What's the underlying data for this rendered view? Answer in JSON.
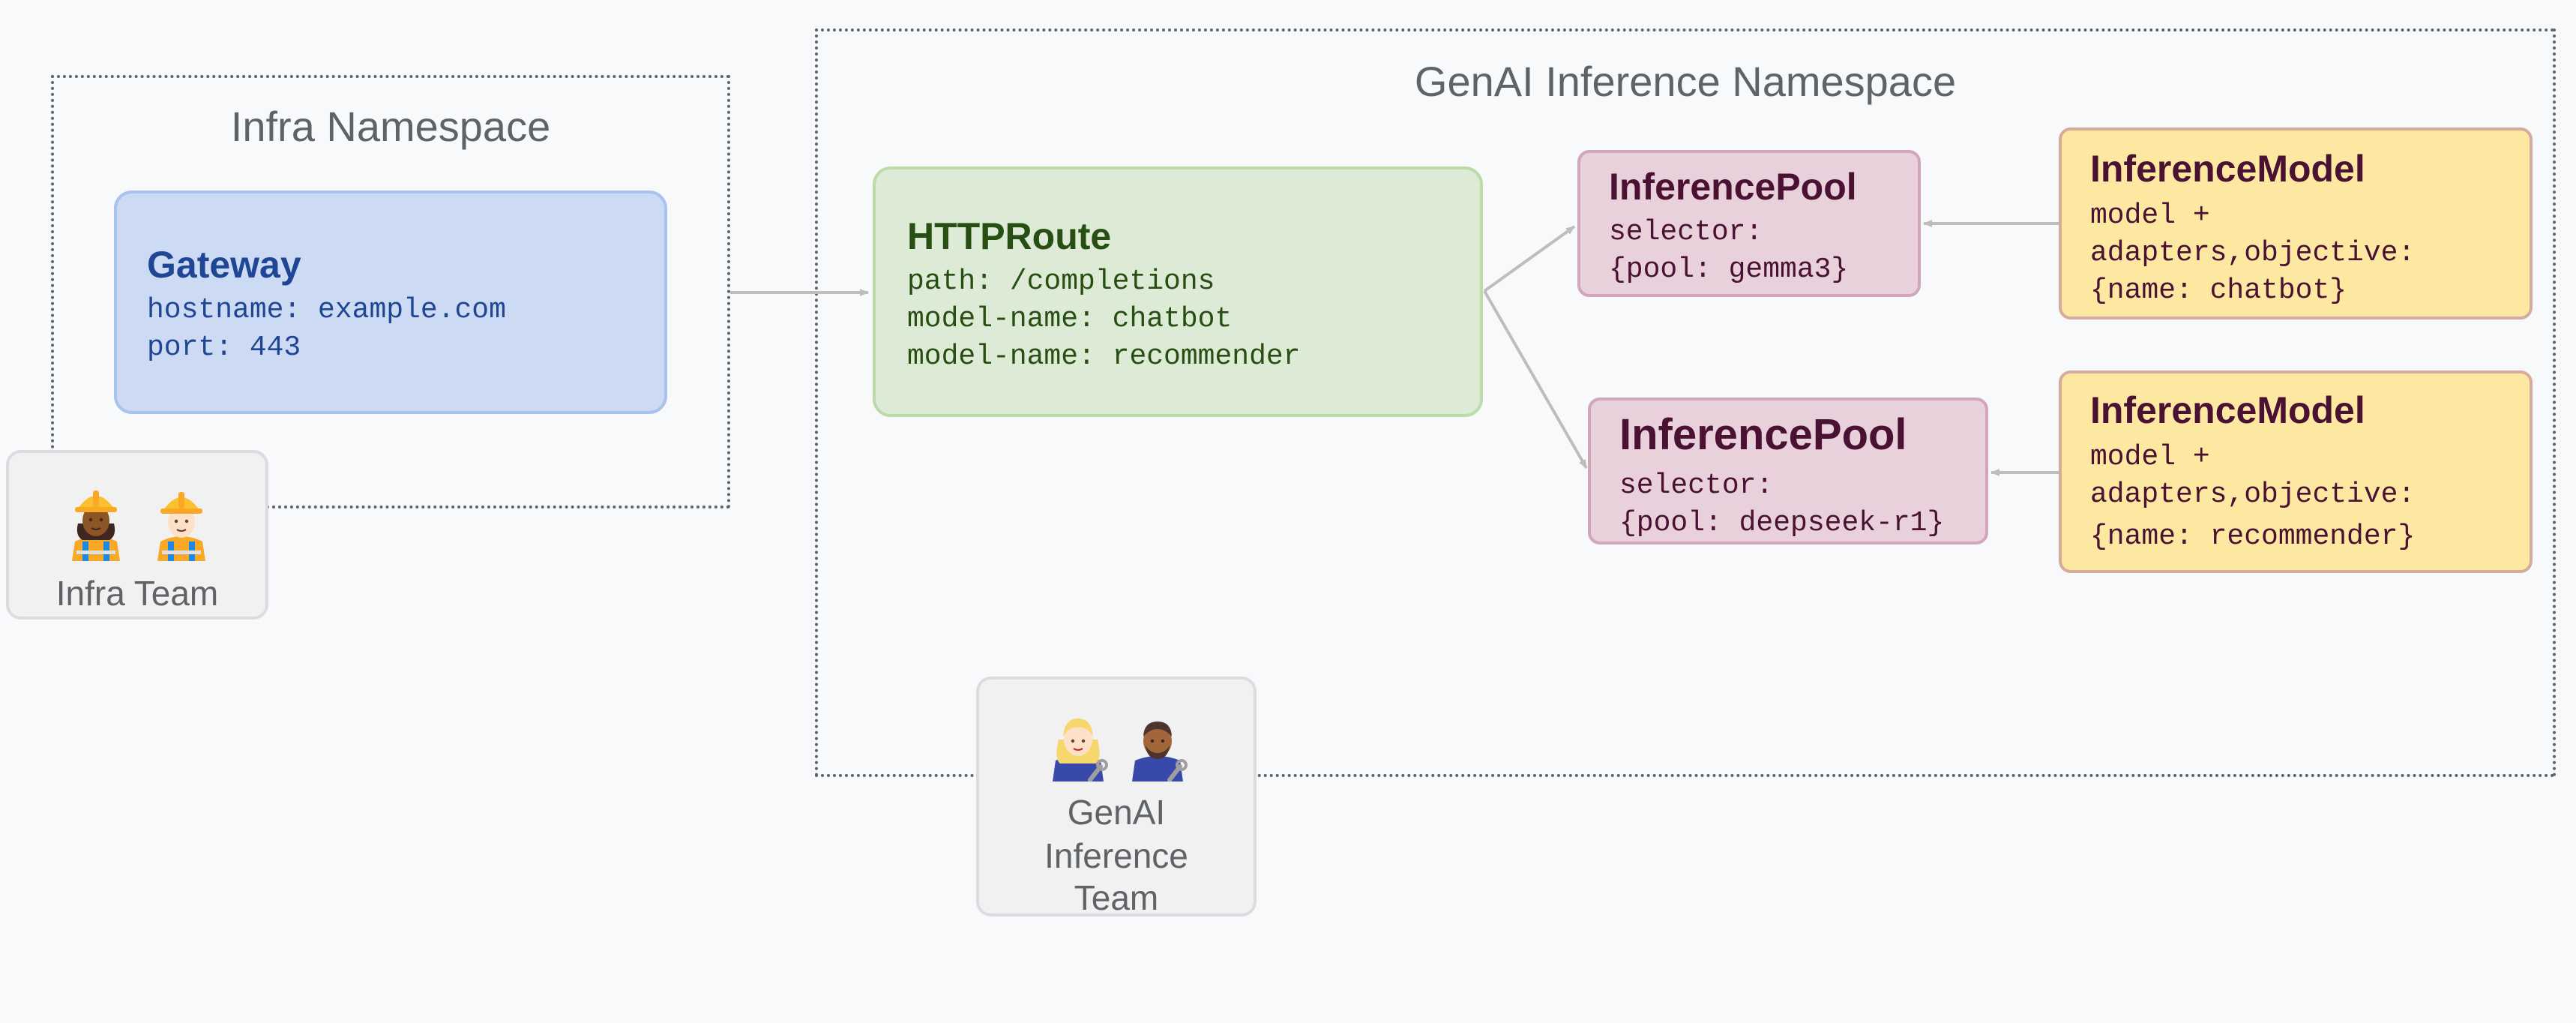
{
  "namespaces": {
    "infra": {
      "title": "Infra Namespace"
    },
    "genai": {
      "title": "GenAI Inference Namespace"
    }
  },
  "gateway": {
    "title": "Gateway",
    "lines": [
      "hostname: example.com",
      "port: 443"
    ]
  },
  "httproute": {
    "title": "HTTPRoute",
    "lines": [
      "path: /completions",
      "model-name: chatbot",
      "model-name: recommender"
    ]
  },
  "pools": [
    {
      "title": "InferencePool",
      "lines": [
        "selector:",
        "{pool: gemma3}"
      ]
    },
    {
      "title": "InferencePool",
      "lines": [
        "selector:",
        "{pool: deepseek-r1}"
      ]
    }
  ],
  "models": [
    {
      "title": "InferenceModel",
      "lines": [
        "model +",
        "adapters,objective:",
        "{name: chatbot}"
      ]
    },
    {
      "title": "InferenceModel",
      "lines": [
        "model +",
        "adapters,objective:",
        "{name: recommender}"
      ]
    }
  ],
  "teams": {
    "infra": {
      "label": "Infra Team"
    },
    "genai": {
      "label_lines": [
        "GenAI",
        "Inference",
        "Team"
      ]
    }
  },
  "colors": {
    "gateway_fill": "#cddaf3",
    "httproute_fill": "#ddebd6",
    "pool_fill": "#e8d1db",
    "model_fill": "#fce8a1",
    "arrow": "#bdbdbd",
    "namespace_border": "#5f6368"
  },
  "icons": {
    "infra_team": [
      "construction-worker-woman-icon",
      "construction-worker-man-icon"
    ],
    "genai_team": [
      "mechanic-woman-icon",
      "mechanic-man-icon"
    ]
  }
}
